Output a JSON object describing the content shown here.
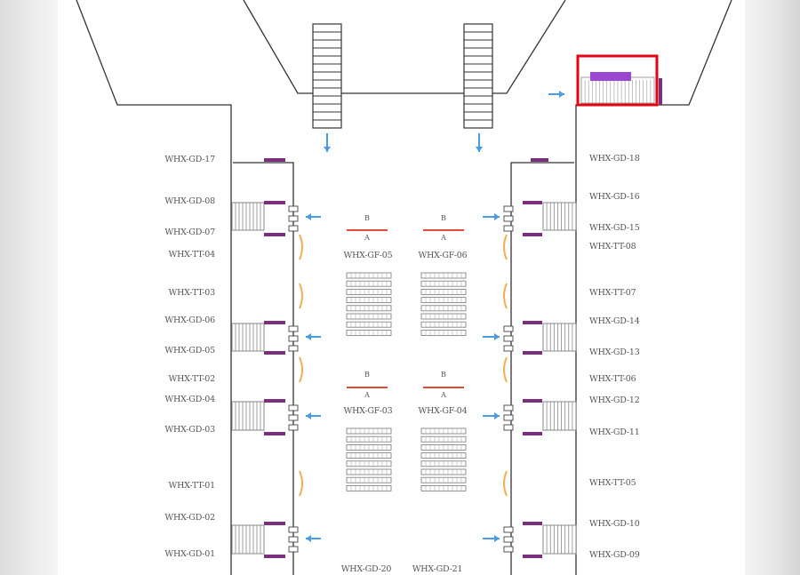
{
  "colors": {
    "line": "#333333",
    "purple": "#7b2d7e",
    "bright_purple": "#9a48d0",
    "arrow_blue": "#4a9be0",
    "accent_red": "#e04a3a",
    "highlight_red": "#e60012",
    "orange": "#f0b050",
    "label_gray": "#555555"
  },
  "labels_left": [
    {
      "id": "gd17",
      "text": "WHX-GD-17"
    },
    {
      "id": "gd08",
      "text": "WHX-GD-08"
    },
    {
      "id": "gd07",
      "text": "WHX-GD-07"
    },
    {
      "id": "tt04",
      "text": "WHX-TT-04"
    },
    {
      "id": "tt03",
      "text": "WHX-TT-03"
    },
    {
      "id": "gd06",
      "text": "WHX-GD-06"
    },
    {
      "id": "gd05",
      "text": "WHX-GD-05"
    },
    {
      "id": "tt02",
      "text": "WHX-TT-02"
    },
    {
      "id": "gd04",
      "text": "WHX-GD-04"
    },
    {
      "id": "gd03",
      "text": "WHX-GD-03"
    },
    {
      "id": "tt01",
      "text": "WHX-TT-01"
    },
    {
      "id": "gd02",
      "text": "WHX-GD-02"
    },
    {
      "id": "gd01",
      "text": "WHX-GD-01"
    }
  ],
  "labels_right": [
    {
      "id": "gd18",
      "text": "WHX-GD-18"
    },
    {
      "id": "gd16",
      "text": "WHX-GD-16"
    },
    {
      "id": "gd15",
      "text": "WHX-GD-15"
    },
    {
      "id": "tt08",
      "text": "WHX-TT-08"
    },
    {
      "id": "tt07",
      "text": "WHX-TT-07"
    },
    {
      "id": "gd14",
      "text": "WHX-GD-14"
    },
    {
      "id": "gd13",
      "text": "WHX-GD-13"
    },
    {
      "id": "tt06",
      "text": "WHX-TT-06"
    },
    {
      "id": "gd12",
      "text": "WHX-GD-12"
    },
    {
      "id": "gd11",
      "text": "WHX-GD-11"
    },
    {
      "id": "tt05",
      "text": "WHX-TT-05"
    },
    {
      "id": "gd10",
      "text": "WHX-GD-10"
    },
    {
      "id": "gd09",
      "text": "WHX-GD-09"
    }
  ],
  "labels_center": [
    {
      "id": "gf05",
      "text": "WHX-GF-05"
    },
    {
      "id": "gf06",
      "text": "WHX-GF-06"
    },
    {
      "id": "gf03",
      "text": "WHX-GF-03"
    },
    {
      "id": "gf04",
      "text": "WHX-GF-04"
    },
    {
      "id": "gd20",
      "text": "WHX-GD-20"
    },
    {
      "id": "gd21",
      "text": "WHX-GD-21"
    }
  ],
  "ab_marks": {
    "b": "B",
    "a": "A"
  },
  "icons": [
    "down-arrow-icon",
    "left-arrow-icon",
    "right-arrow-icon"
  ]
}
